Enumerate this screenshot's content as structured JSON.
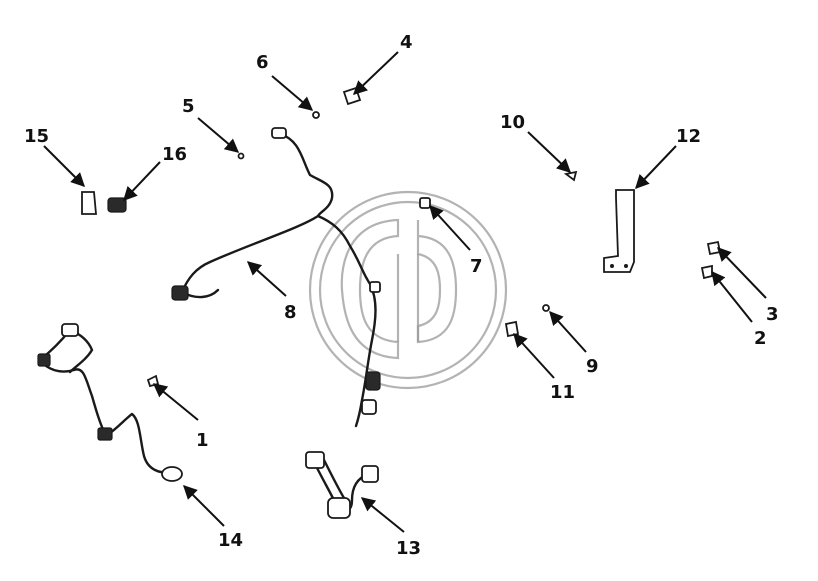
{
  "diagram": {
    "watermark_icon": "logo-watermark",
    "callouts": [
      "1",
      "2",
      "3",
      "4",
      "5",
      "6",
      "7",
      "8",
      "9",
      "10",
      "11",
      "12",
      "13",
      "14",
      "15",
      "16"
    ]
  }
}
